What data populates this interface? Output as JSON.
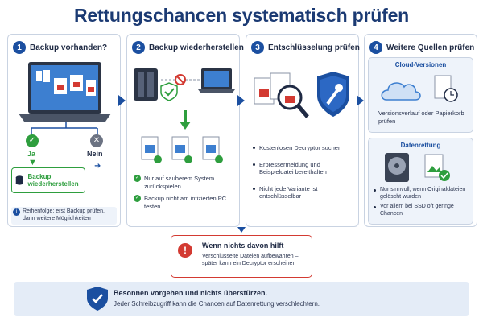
{
  "title": "Rettungschancen systematisch prüfen",
  "panels": [
    {
      "num": "1",
      "title": "Backup vorhanden?",
      "yes": "Ja",
      "no": "Nein",
      "restore_box": "Backup wiederherstellen",
      "note": "Reihenfolge: erst Backup prüfen, dann weitere Möglichkeiten"
    },
    {
      "num": "2",
      "title": "Backup wiederherstellen",
      "checks": [
        "Nur auf sauberem System zurückspielen",
        "Backup nicht am infizierten PC testen"
      ]
    },
    {
      "num": "3",
      "title": "Entschlüsselung prüfen",
      "bullets": [
        "Kostenlosen Decryptor suchen",
        "Erpressermeldung und Beispieldatei bereithalten",
        "Nicht jede Variante ist entschlüsselbar"
      ]
    },
    {
      "num": "4",
      "title": "Weitere Quellen prüfen",
      "cloud_head": "Cloud-Versionen",
      "cloud_text": "Versionsverlauf oder Papierkorb prüfen",
      "rescue_head": "Datenrettung",
      "rescue_bullets": [
        "Nur sinnvoll, wenn Originaldateien gelöscht wurden",
        "Vor allem bei SSD oft geringe Chancen"
      ]
    }
  ],
  "warning": {
    "title": "Wenn nichts davon hilft",
    "text": "Verschlüsselte Dateien aufbewahren – später kann ein Decryptor erscheinen"
  },
  "footer": {
    "bold": "Besonnen vorgehen und nichts überstürzen.",
    "text": "Jeder Schreibzugriff kann die Chancen auf Datenrettung verschlechtern."
  },
  "colors": {
    "primary": "#1b4fa0",
    "success": "#2e9e3e",
    "danger": "#d33a32",
    "title": "#1b3a73"
  },
  "icons": [
    "laptop-icon",
    "windows-logo-icon",
    "locked-file-icon",
    "nas-server-icon",
    "shield-check-icon",
    "blocked-icon",
    "magnifier-lock-icon",
    "shield-wrench-icon",
    "cloud-icon",
    "clock-document-icon",
    "hard-drive-icon",
    "image-check-icon",
    "info-icon",
    "warning-icon"
  ]
}
